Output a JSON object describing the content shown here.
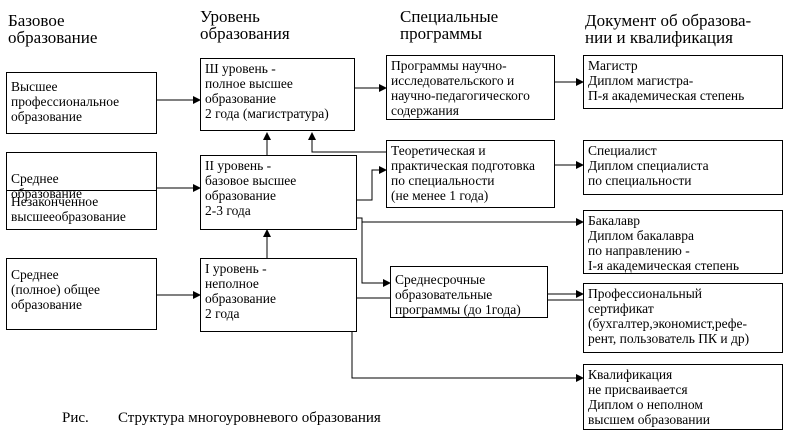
{
  "headers": {
    "basic": "Базовое\nобразование",
    "level": "Уровень\nобразования",
    "special": "Специальные\nпрограммы",
    "document": "Документ об образова-\nнии и квалификация"
  },
  "basic": {
    "higher": "Высшее\nпрофессиональное\nобразование",
    "secondary": "Среднее\nобразование",
    "incomplete": "Незаконченное\nвысшееобразование",
    "general": "Среднее\n(полное) общее\nобразование"
  },
  "levels": {
    "level3": "Ш уровень -\nполное высшее\nобразование\n2 года (магистратура)",
    "level2": "II уровень -\nбазовое высшее\nобразование\n2-3 года",
    "level1": "I уровень -\nнеполное\nобразование\n2 года"
  },
  "programs": {
    "research": "Программы научно-\nисследовательского и\nнаучно-педагогического\nсодержания",
    "theory": "Теоретическая и\nпрактическая подготовка\nпо специальности\n(не менее 1 года)",
    "midterm": "Среднесрочные\nобразовательные\nпрограммы (до 1года)"
  },
  "documents": {
    "master": "Магистр\nДиплом магистра-\nП-я академическая степень",
    "specialist": "Специалист\nДиплом специалиста\nпо специальности",
    "bachelor": "Бакалавр\nДиплом бакалавра\nпо направлению -\nI-я академическая степень",
    "certificate": "Профессиональный\nсертификат\n(бухгалтер,экономист,рефе-\nрент, пользователь ПК и др)",
    "noqual": "Квалификация\nне присваивается\nДиплом о неполном\nвысшем образовании"
  },
  "caption": {
    "prefix": "Рис.",
    "title": "Структура многоуровневого образования"
  }
}
